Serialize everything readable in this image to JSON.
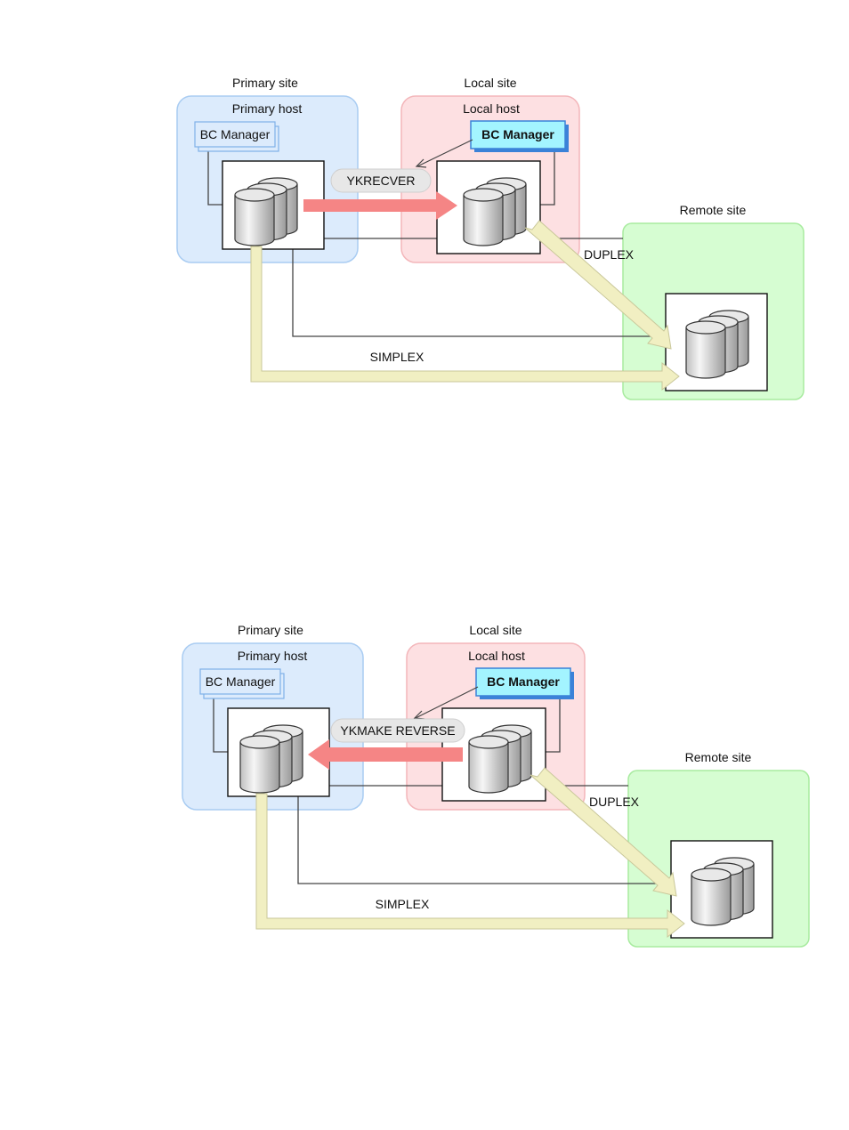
{
  "diagrams": [
    {
      "primary_site_label": "Primary site",
      "primary_host_label": "Primary host",
      "primary_bc_manager": "BC Manager",
      "local_site_label": "Local site",
      "local_host_label": "Local host",
      "local_bc_manager": "BC Manager",
      "remote_site_label": "Remote site",
      "command": "YKRECVER",
      "duplex_label": "DUPLEX",
      "simplex_label": "SIMPLEX",
      "copy_direction": "primary-to-local"
    },
    {
      "primary_site_label": "Primary site",
      "primary_host_label": "Primary host",
      "primary_bc_manager": "BC Manager",
      "local_site_label": "Local site",
      "local_host_label": "Local host",
      "local_bc_manager": "BC Manager",
      "remote_site_label": "Remote site",
      "command": "YKMAKE REVERSE",
      "duplex_label": "DUPLEX",
      "simplex_label": "SIMPLEX",
      "copy_direction": "local-to-primary"
    }
  ],
  "colors": {
    "primary_site_fill": "#dcebfc",
    "primary_site_stroke": "#a9ccf2",
    "local_site_fill": "#fde0e2",
    "local_site_stroke": "#f3b6ba",
    "remote_site_fill": "#d6fdd2",
    "remote_site_stroke": "#a8eb9f",
    "active_bc_manager_fill": "#a3f4ff",
    "active_bc_manager_shadow": "#3b82d8",
    "copy_arrow": "#f58585",
    "pair_arrow": "#f1efc2",
    "pair_arrow_stroke": "#c9c79a"
  }
}
